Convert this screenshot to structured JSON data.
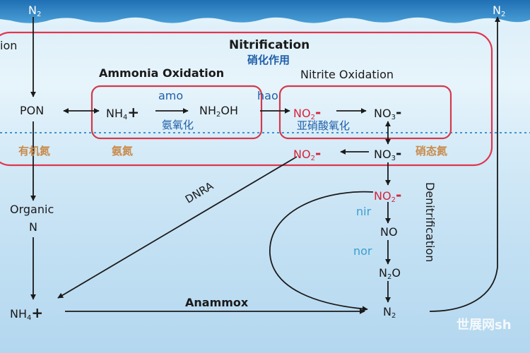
{
  "surface": {
    "n2_left": "N",
    "n2_left_sub": "2",
    "n2_right": "N",
    "n2_right_sub": "2"
  },
  "nitrification": {
    "partial_left_label": "ion",
    "title": "Nitrification",
    "title_cn": "硝化作用",
    "ammonia_oxidation": "Ammonia Oxidation",
    "nitrite_oxidation": "Nitrite Oxidation",
    "ammonia_oxidation_cn": "氨氧化",
    "nitrite_oxidation_cn": "亚硝酸氧化"
  },
  "species": {
    "pon": "PON",
    "nh4_upper": "NH",
    "nh4_upper_sub": "4",
    "nh4_upper_plus": "+",
    "nh2oh": "NH",
    "nh2oh_sub": "2",
    "nh2oh_tail": "OH",
    "no2_upper": "NO",
    "no2_upper_sub": "2",
    "no2_upper_minus": "-",
    "no3_upper": "NO",
    "no3_upper_sub": "3",
    "no3_upper_minus": "-",
    "no2_mid": "NO",
    "no2_mid_sub": "2",
    "no2_mid_minus": "-",
    "no3_mid": "NO",
    "no3_mid_sub": "3",
    "no3_mid_minus": "-",
    "no2_den": "NO",
    "no2_den_sub": "2",
    "no2_den_minus": "-",
    "no": "NO",
    "n2o": "N",
    "n2o_sub": "2",
    "n2o_tail": "O",
    "n2_bottom": "N",
    "n2_bottom_sub": "2",
    "organic": "Organic",
    "organic_n": "N",
    "nh4_lower": "NH",
    "nh4_lower_sub": "4",
    "nh4_lower_plus": "+"
  },
  "enzymes": {
    "amo": "amo",
    "hao": "hao",
    "nir": "nir",
    "nor": "nor"
  },
  "cn_labels": {
    "organic_nitrogen": "有机氮",
    "ammonia_nitrogen": "氨氮",
    "nitrate_nitrogen": "硝态氮"
  },
  "process_labels": {
    "dnra": "DNRA",
    "anammox": "Anammox",
    "denitrification": "Denitrification"
  },
  "watermark": {
    "text": "世展网sh"
  },
  "colors": {
    "outer_box": "#e0364d",
    "inner_box": "#d23a4b",
    "red_species": "#d6243a",
    "blue_text": "#1f5fa8",
    "orange_cn": "#c98a4a",
    "teal_enzyme": "#3a9fce",
    "water": "#1f73b7"
  }
}
